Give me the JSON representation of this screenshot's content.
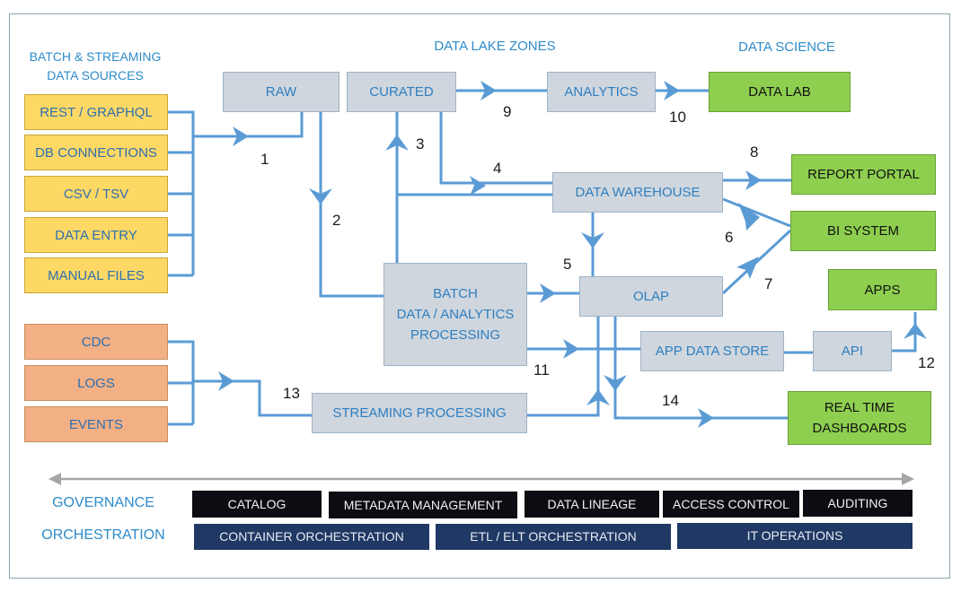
{
  "headers": {
    "sources": "BATCH & STREAMING\nDATA SOURCES",
    "lake": "DATA LAKE ZONES",
    "science": "DATA SCIENCE"
  },
  "sources": [
    "REST / GRAPHQL",
    "DB CONNECTIONS",
    "CSV / TSV",
    "DATA ENTRY",
    "MANUAL FILES"
  ],
  "streams": [
    "CDC",
    "LOGS",
    "EVENTS"
  ],
  "zones": {
    "raw": "RAW",
    "curated": "CURATED",
    "analytics": "ANALYTICS",
    "warehouse": "DATA WAREHOUSE",
    "batch": "BATCH\nDATA / ANALYTICS\nPROCESSING",
    "olap": "OLAP",
    "app_store": "APP DATA STORE",
    "api": "API",
    "streaming": "STREAMING PROCESSING"
  },
  "outputs": {
    "data_lab": "DATA LAB",
    "report_portal": "REPORT PORTAL",
    "bi_system": "BI SYSTEM",
    "apps": "APPS",
    "realtime": "REAL TIME\nDASHBOARDS"
  },
  "flow_numbers": [
    "1",
    "2",
    "3",
    "4",
    "5",
    "6",
    "7",
    "8",
    "9",
    "10",
    "11",
    "12",
    "13",
    "14"
  ],
  "governance": {
    "label": "GOVERNANCE",
    "items": [
      "CATALOG",
      "METADATA MANAGEMENT",
      "DATA LINEAGE",
      "ACCESS CONTROL",
      "AUDITING"
    ]
  },
  "orchestration": {
    "label": "ORCHESTRATION",
    "items": [
      "CONTAINER ORCHESTRATION",
      "ETL / ELT ORCHESTRATION",
      "IT OPERATIONS"
    ]
  },
  "colors": {
    "line": "#5b9bd5",
    "zone_fill": "#cfd6de",
    "source_fill": "#fdd865",
    "stream_fill": "#f3b084",
    "output_fill": "#8ecf4f",
    "governance_fill": "#0c0c12",
    "orchestration_fill": "#1f3864",
    "header_text": "#2e8bc9"
  }
}
